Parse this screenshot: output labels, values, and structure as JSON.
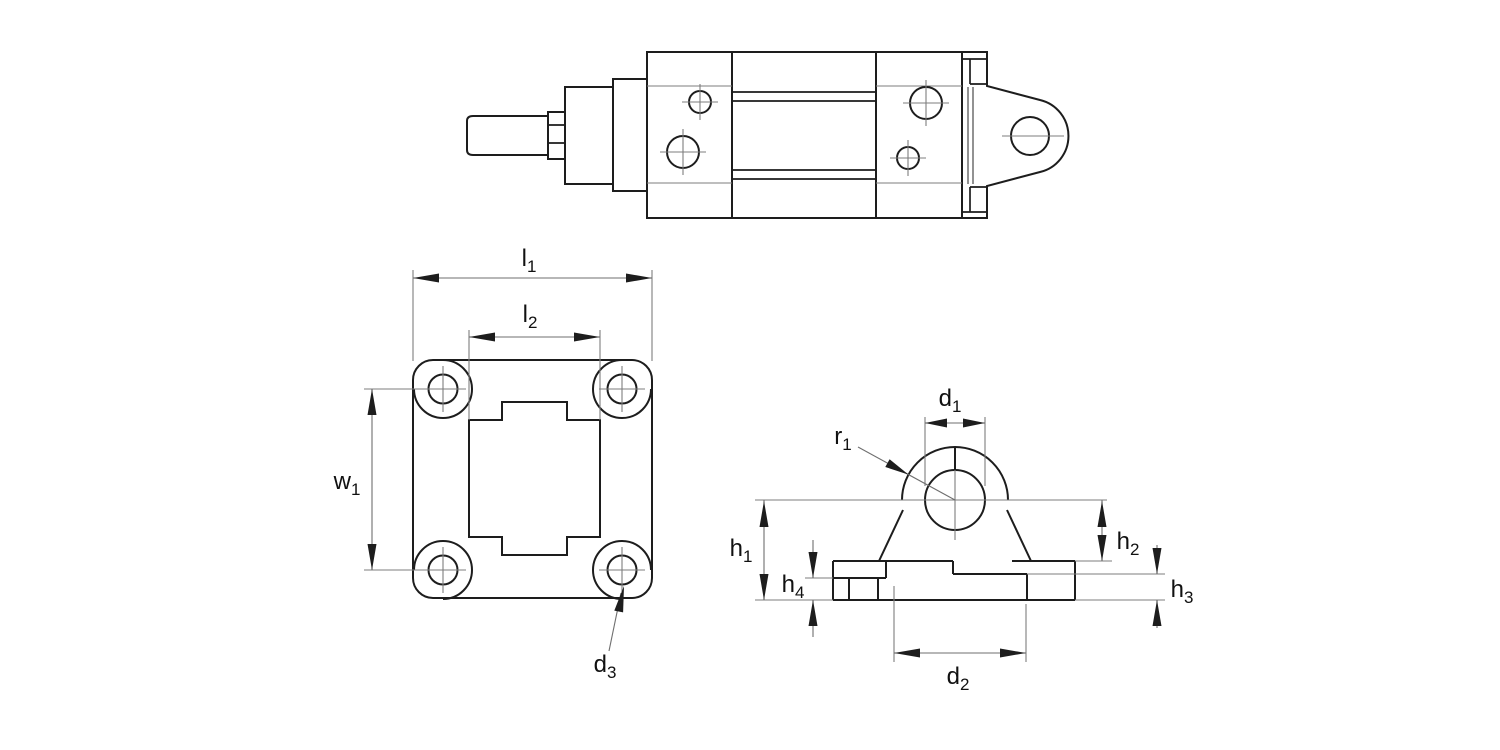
{
  "drawing": {
    "background": "#ffffff",
    "outline_color": "#1d1d1d",
    "thin_line_color": "#7d7d7d",
    "text_color": "#111111"
  },
  "labels": {
    "l1": {
      "base": "l",
      "sub": "1"
    },
    "l2": {
      "base": "l",
      "sub": "2"
    },
    "w1": {
      "base": "w",
      "sub": "1"
    },
    "d3": {
      "base": "d",
      "sub": "3"
    },
    "d1": {
      "base": "d",
      "sub": "1"
    },
    "d2": {
      "base": "d",
      "sub": "2"
    },
    "r1": {
      "base": "r",
      "sub": "1"
    },
    "h1": {
      "base": "h",
      "sub": "1"
    },
    "h2": {
      "base": "h",
      "sub": "2"
    },
    "h3": {
      "base": "h",
      "sub": "3"
    },
    "h4": {
      "base": "h",
      "sub": "4"
    }
  }
}
